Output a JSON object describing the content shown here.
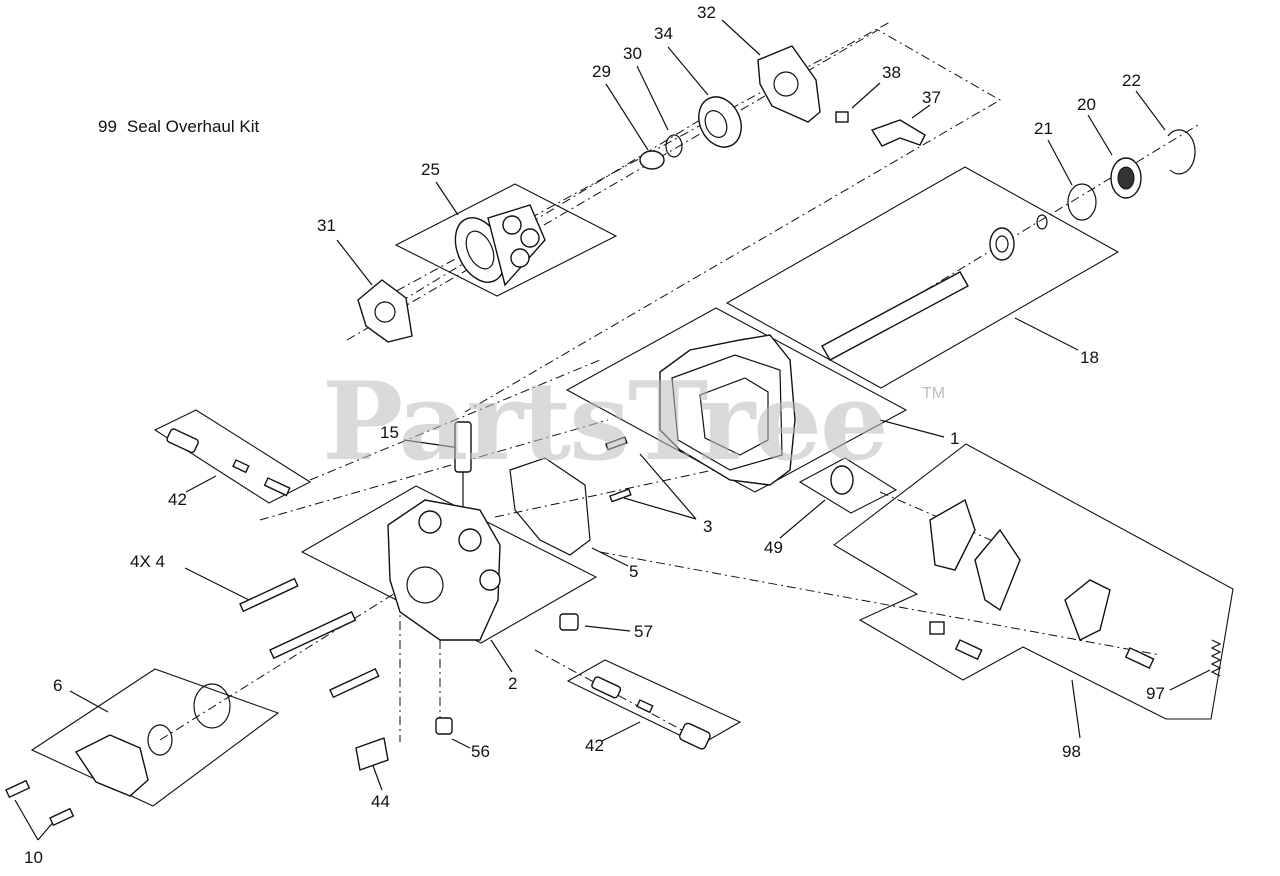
{
  "kit": {
    "number": "99",
    "text": "Seal Overhaul Kit"
  },
  "watermark": {
    "text": "PartsTree",
    "trademark": "TM"
  },
  "callouts": {
    "p1": "1",
    "p2": "2",
    "p3": "3",
    "p4": "4X  4",
    "p5": "5",
    "p6": "6",
    "p10": "10",
    "p15": "15",
    "p18": "18",
    "p20": "20",
    "p21": "21",
    "p22": "22",
    "p25": "25",
    "p29": "29",
    "p30": "30",
    "p31": "31",
    "p32": "32",
    "p34": "34",
    "p37": "37",
    "p38": "38",
    "p42a": "42",
    "p42b": "42",
    "p44": "44",
    "p49": "49",
    "p56": "56",
    "p57": "57",
    "p97": "97",
    "p98": "98"
  },
  "colors": {
    "line": "#111111",
    "watermark": "#bdbdbd",
    "background": "#ffffff"
  }
}
